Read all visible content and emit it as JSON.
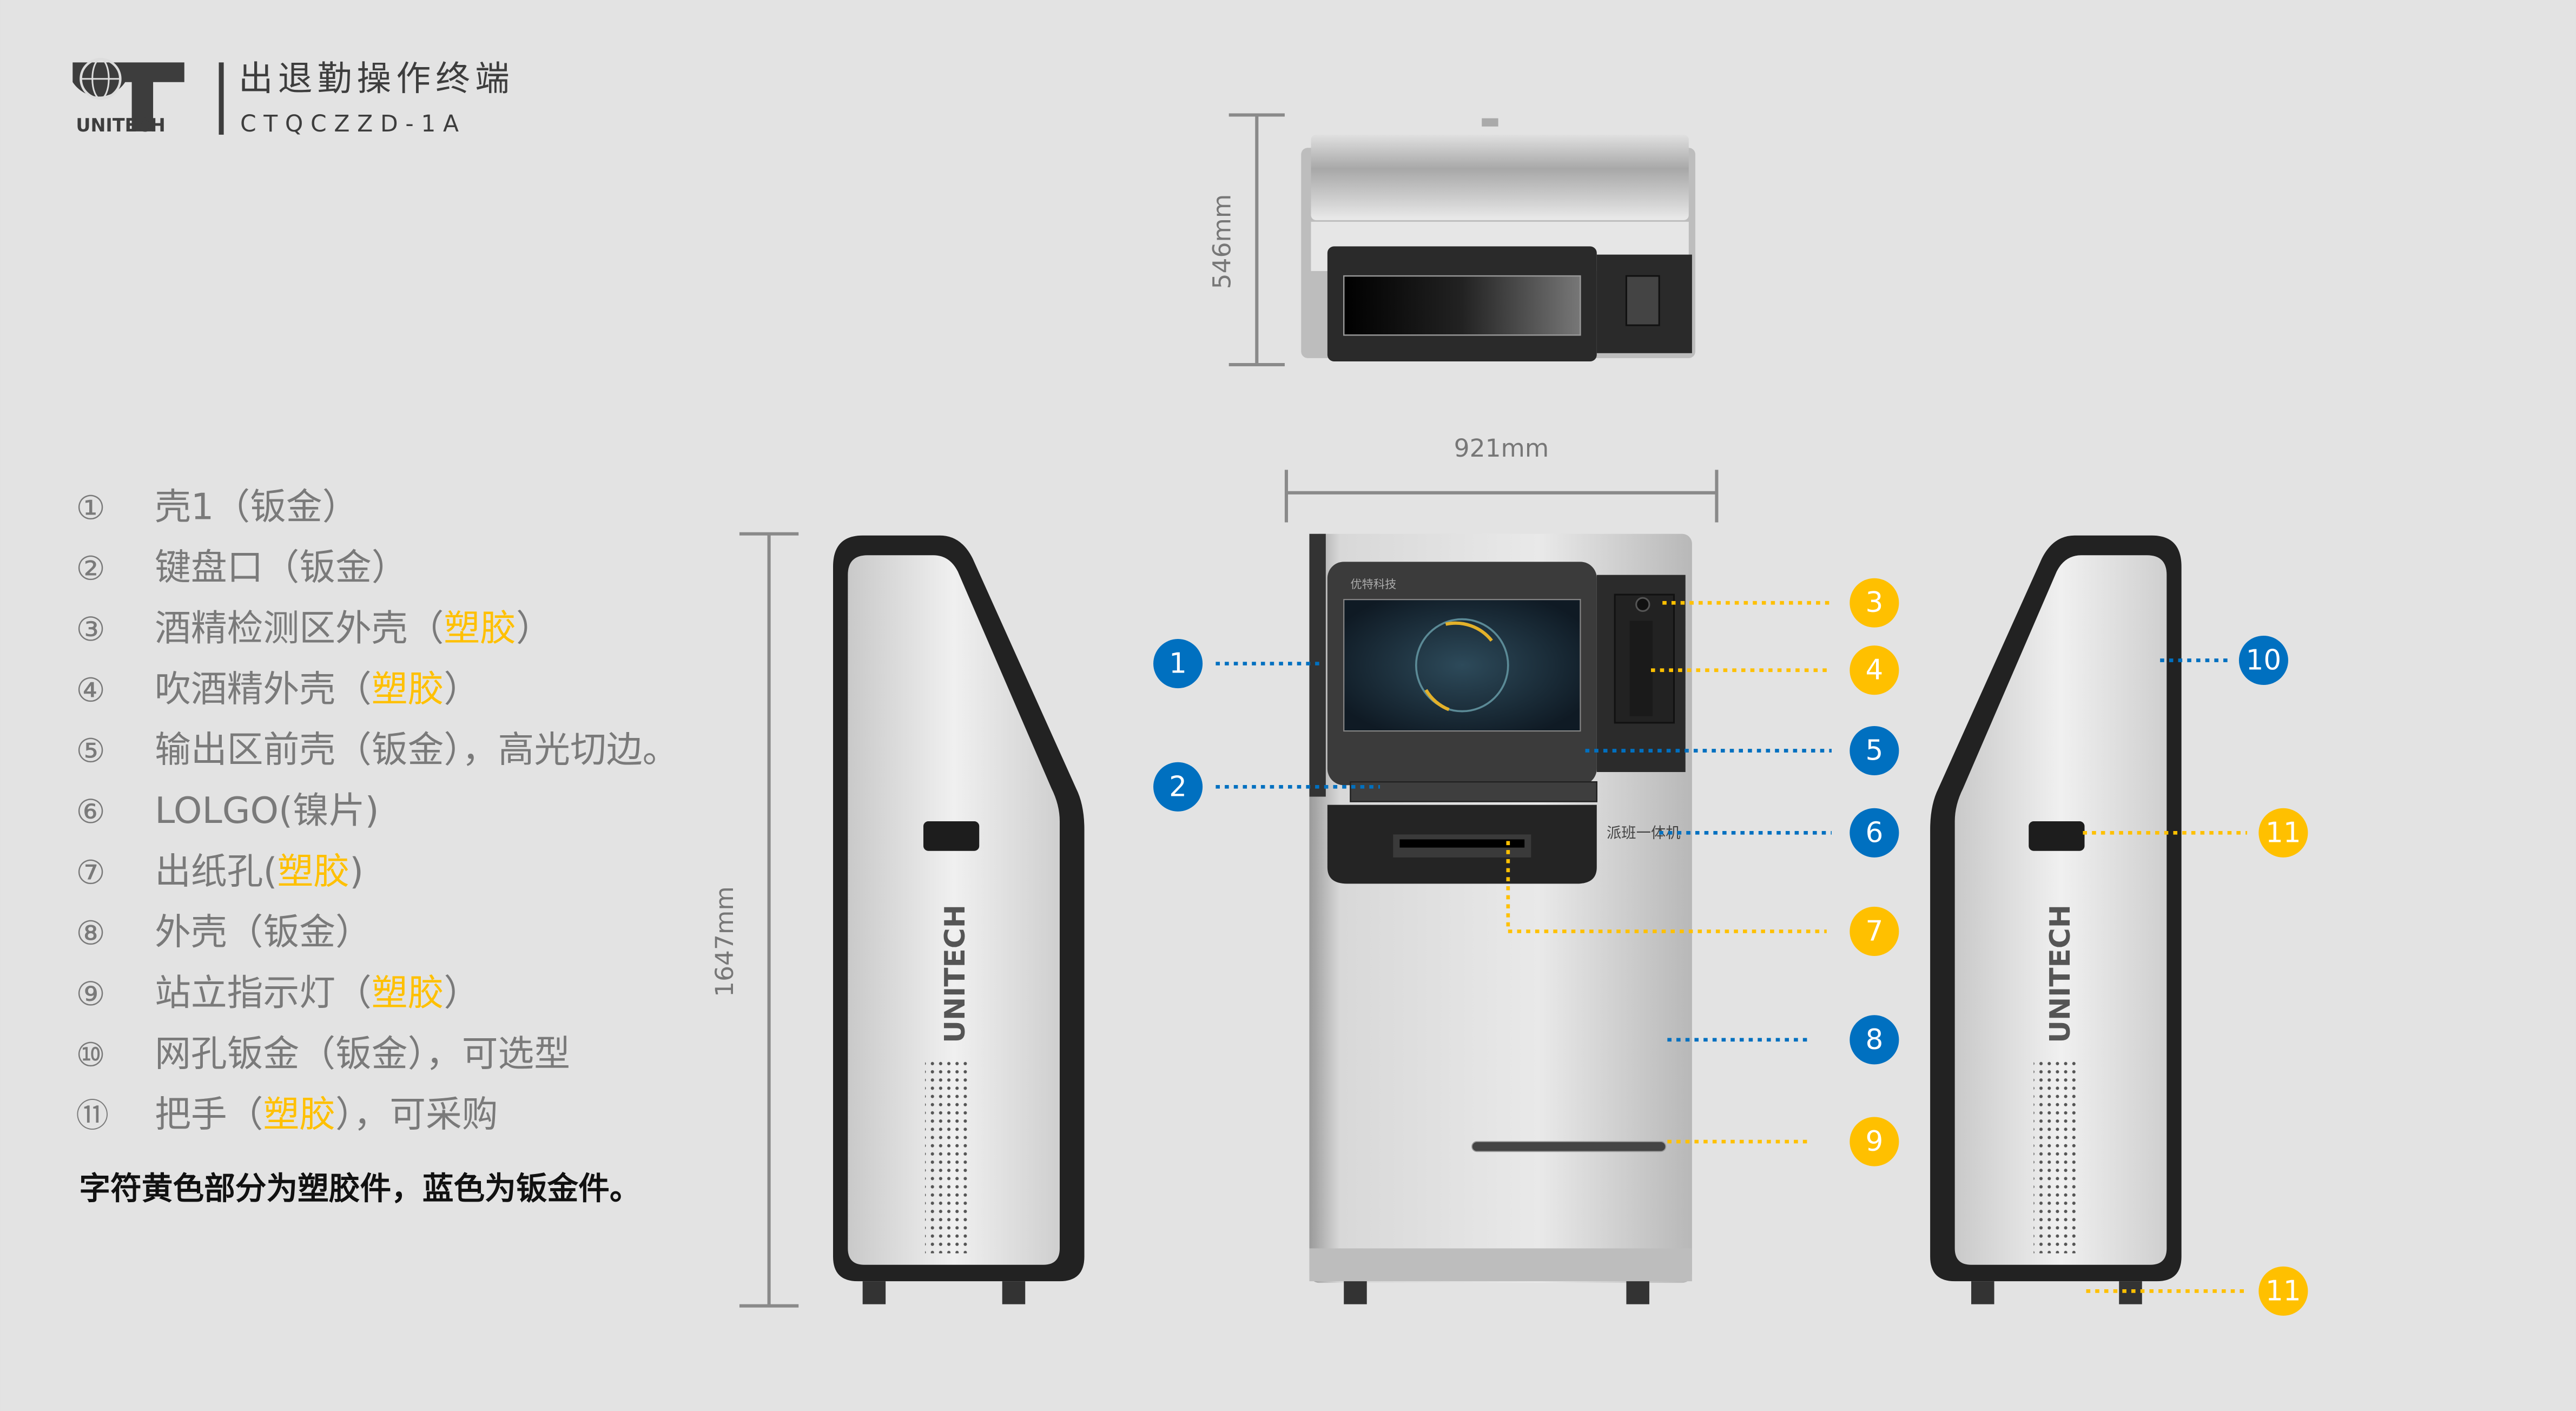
{
  "header": {
    "logo_text": "UNITECH",
    "title": "出退勤操作终端",
    "model": "CTQCZZD-1A"
  },
  "dimensions": {
    "depth": "546mm",
    "width": "921mm",
    "height": "1647mm"
  },
  "legend": [
    {
      "num": "①",
      "pre": "壳1（钣金）",
      "hl": "",
      "post": ""
    },
    {
      "num": "②",
      "pre": "键盘口（钣金）",
      "hl": "",
      "post": ""
    },
    {
      "num": "③",
      "pre": "酒精检测区外壳（",
      "hl": "塑胶",
      "post": "）"
    },
    {
      "num": "④",
      "pre": "吹酒精外壳（",
      "hl": "塑胶",
      "post": "）"
    },
    {
      "num": "⑤",
      "pre": "输出区前壳（钣金），高光切边。",
      "hl": "",
      "post": ""
    },
    {
      "num": "⑥",
      "pre": "LOLGO(镍片)",
      "hl": "",
      "post": ""
    },
    {
      "num": "⑦",
      "pre": "出纸孔(",
      "hl": "塑胶",
      "post": ")"
    },
    {
      "num": "⑧",
      "pre": "外壳（钣金）",
      "hl": "",
      "post": ""
    },
    {
      "num": "⑨",
      "pre": "站立指示灯（",
      "hl": "塑胶",
      "post": "）"
    },
    {
      "num": "⑩",
      "pre": "网孔钣金（钣金），可选型",
      "hl": "",
      "post": ""
    },
    {
      "num": "⑪",
      "pre": "把手（",
      "hl": "塑胶",
      "post": "），可采购"
    }
  ],
  "note": "字符黄色部分为塑胶件，蓝色为钣金件。",
  "device": {
    "bezel_brand": "优特科技",
    "side_logo": "UNITECH",
    "front_label": "派班一体机"
  },
  "callouts": [
    {
      "label": "1",
      "material": "sheet-metal"
    },
    {
      "label": "2",
      "material": "sheet-metal"
    },
    {
      "label": "3",
      "material": "plastic"
    },
    {
      "label": "4",
      "material": "plastic"
    },
    {
      "label": "5",
      "material": "sheet-metal"
    },
    {
      "label": "6",
      "material": "sheet-metal"
    },
    {
      "label": "7",
      "material": "plastic"
    },
    {
      "label": "8",
      "material": "sheet-metal"
    },
    {
      "label": "9",
      "material": "plastic"
    },
    {
      "label": "10",
      "material": "sheet-metal"
    },
    {
      "label": "11",
      "material": "plastic"
    },
    {
      "label": "11",
      "material": "plastic"
    }
  ],
  "colors": {
    "plastic": "#ffc000",
    "sheet_metal": "#0070c0",
    "background": "#e3e3e3"
  }
}
